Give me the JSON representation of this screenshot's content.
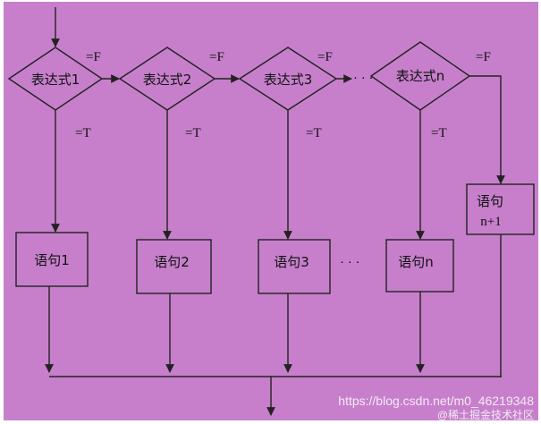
{
  "colors": {
    "background": "#c77fcb",
    "line": "#222222",
    "text": "#111111",
    "watermark": "#f4eaf4"
  },
  "diagram": {
    "conditions": [
      "表达式1",
      "表达式2",
      "表达式3",
      "表达式n"
    ],
    "statements": [
      "语句1",
      "语句2",
      "语句3",
      "语句n"
    ],
    "default_statement": {
      "line1": "语句",
      "line2": "n+1"
    },
    "true_label": "=T",
    "false_label": "=F",
    "ellipsis_top": "· · ·",
    "ellipsis_bottom": "· · ·"
  },
  "watermark": {
    "url": "https://blog.csdn.net/m0_46219348",
    "community": "@稀土掘金技术社区"
  }
}
